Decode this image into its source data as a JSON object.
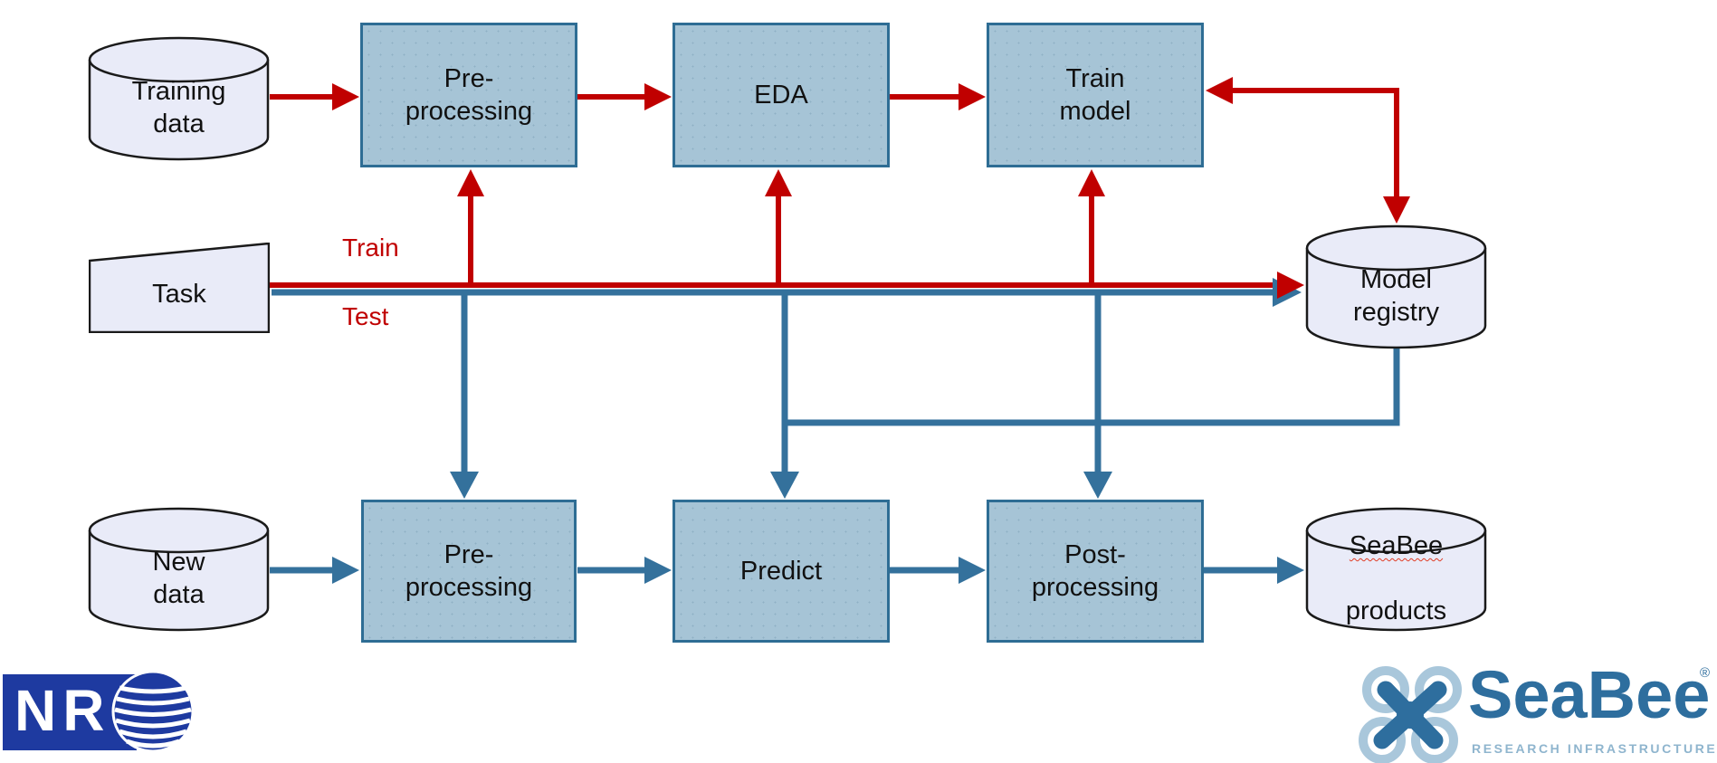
{
  "diagram": {
    "nodes": {
      "training_data": {
        "label": "Training\ndata",
        "type": "datastore"
      },
      "preprocessing_top": {
        "label": "Pre-\nprocessing",
        "type": "process"
      },
      "eda": {
        "label": "EDA",
        "type": "process"
      },
      "train_model": {
        "label": "Train\nmodel",
        "type": "process"
      },
      "task": {
        "label": "Task",
        "type": "manual-input"
      },
      "model_registry": {
        "label": "Model\nregistry",
        "type": "datastore"
      },
      "new_data": {
        "label": "New\ndata",
        "type": "datastore"
      },
      "preprocessing_bottom": {
        "label": "Pre-\nprocessing",
        "type": "process"
      },
      "predict": {
        "label": "Predict",
        "type": "process"
      },
      "post_processing": {
        "label": "Post-\nprocessing",
        "type": "process"
      },
      "seabee_products": {
        "line1": "SeaBee",
        "line2": "products",
        "type": "datastore"
      }
    },
    "edge_labels": {
      "train": "Train",
      "test": "Test"
    },
    "colors": {
      "train_flow": "#C00000",
      "test_flow": "#34719C",
      "process_box_fill": "#A6C4D6",
      "process_box_border": "#2E6D94",
      "datastore_fill": "#E9EBF8",
      "datastore_border": "#1A1A1A",
      "nr_blue": "#1E3AA0",
      "seabee_blue": "#2E6E9E",
      "seabee_light_blue": "#A9C7DB"
    },
    "logos": {
      "nr": {
        "text": "NR"
      },
      "seabee": {
        "name": "SeaBee",
        "registered": "®",
        "subtitle": "RESEARCH INFRASTRUCTURE"
      }
    }
  }
}
